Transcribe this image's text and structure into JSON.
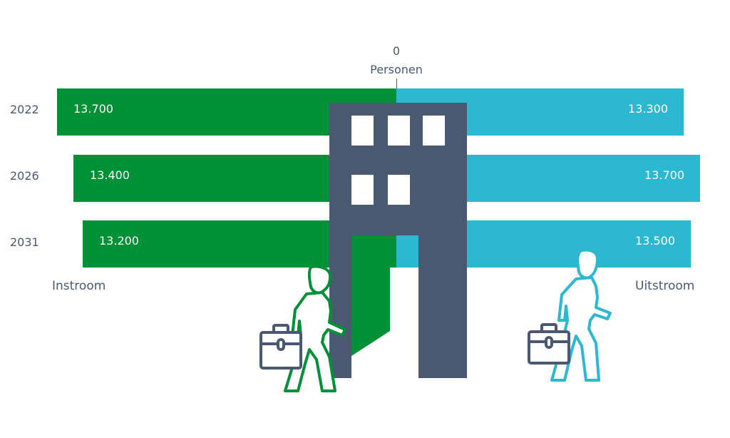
{
  "chart_data": {
    "type": "bar",
    "orientation": "horizontal-diverging",
    "title": "",
    "axis_title": "Personen",
    "axis_zero_label": "0",
    "categories": [
      "2022",
      "2026",
      "2031"
    ],
    "series": [
      {
        "name": "Instroom",
        "color": "#009035",
        "values": [
          13700,
          13400,
          13200
        ],
        "labels": [
          "13.700",
          "13.400",
          "13.200"
        ],
        "side": "left"
      },
      {
        "name": "Uitstroom",
        "color": "#2bb8d0",
        "values": [
          13300,
          13700,
          13500
        ],
        "labels": [
          "13.300",
          "13.700",
          "13.500"
        ],
        "side": "right"
      }
    ],
    "grid": false,
    "legend_position": "bottom (side labels)"
  },
  "labels": {
    "zero": "0",
    "axis_title": "Personen",
    "instroom": "Instroom",
    "uitstroom": "Uitstroom"
  },
  "rows": [
    {
      "year": "2022",
      "in_label": "13.700",
      "out_label": "13.300"
    },
    {
      "year": "2026",
      "in_label": "13.400",
      "out_label": "13.700"
    },
    {
      "year": "2031",
      "in_label": "13.200",
      "out_label": "13.500"
    }
  ],
  "colors": {
    "instroom": "#009035",
    "uitstroom": "#2bb8d0",
    "building": "#4b5872",
    "text": "#4a5873"
  },
  "illustration": {
    "building_icon": "office-building",
    "walker_in_icon": "person-with-briefcase-entering",
    "walker_out_icon": "person-with-briefcase-leaving"
  }
}
